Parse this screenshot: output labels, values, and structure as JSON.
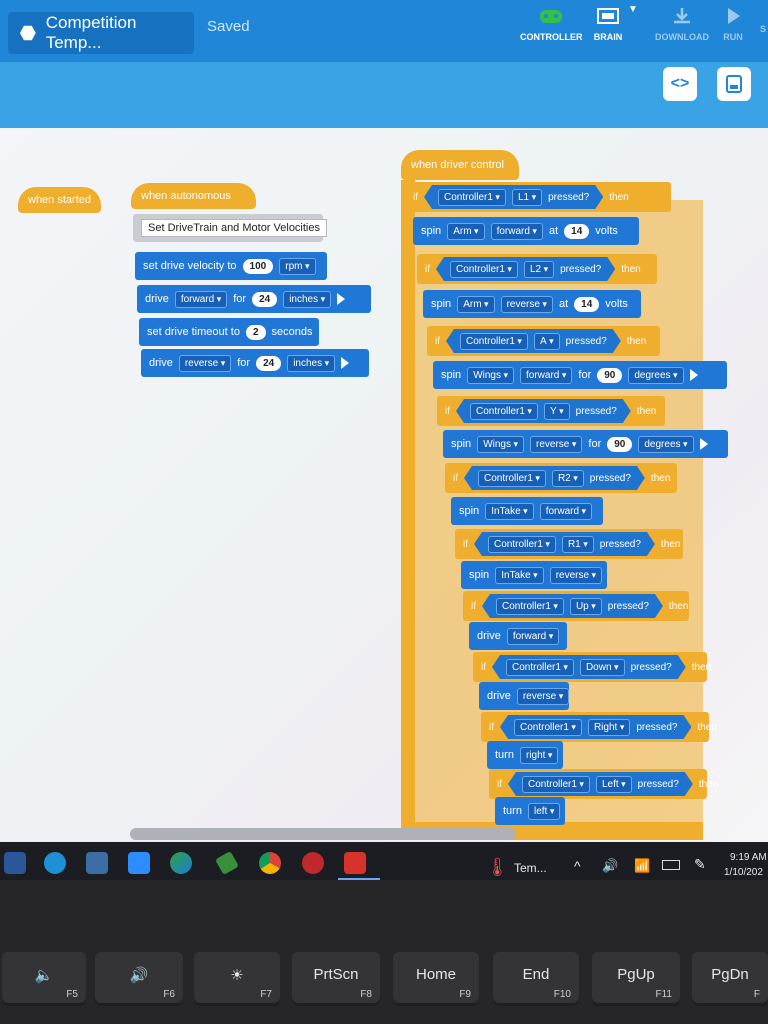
{
  "app": {
    "project_title": "Competition Temp...",
    "save_status": "Saved",
    "top_buttons": [
      {
        "label": "CONTROLLER",
        "icon": "controller-icon"
      },
      {
        "label": "BRAIN",
        "icon": "brain-icon"
      },
      {
        "label": "DOWNLOAD",
        "icon": "download-icon"
      },
      {
        "label": "RUN",
        "icon": "run-icon"
      },
      {
        "label": "S",
        "icon": ""
      }
    ],
    "code_view_icon": "<>",
    "device_icon": "device-icon",
    "accent_color": "#1f86d8",
    "event_color": "#f0ae2e",
    "motion_color": "#2177d6"
  },
  "blocks": {
    "when_started": "when started",
    "when_autonomous": "when autonomous",
    "comment": "Set DriveTrain and Motor Velocities",
    "set_velocity": {
      "label": "set drive velocity to",
      "value": "100",
      "unit": "rpm"
    },
    "drive1": {
      "label": "drive",
      "dir": "forward",
      "for": "for",
      "value": "24",
      "unit": "inches"
    },
    "timeout": {
      "label": "set drive timeout to",
      "value": "2",
      "unit": "seconds"
    },
    "drive2": {
      "label": "drive",
      "dir": "reverse",
      "for": "for",
      "value": "24",
      "unit": "inches"
    },
    "when_driver": "when driver control",
    "if_kw": "if",
    "then_kw": "then",
    "pressed_kw": "pressed?",
    "controller": "Controller1",
    "btn_L1": "L1",
    "spin_arm_fwd": {
      "spin": "spin",
      "motor": "Arm",
      "dir": "forward",
      "at": "at",
      "value": "14",
      "unit": "volts"
    },
    "btn_L2": "L2",
    "spin_arm_rev": {
      "spin": "spin",
      "motor": "Arm",
      "dir": "reverse",
      "at": "at",
      "value": "14",
      "unit": "volts"
    },
    "btn_A": "A",
    "spin_wings_fwd": {
      "spin": "spin",
      "motor": "Wings",
      "dir": "forward",
      "for": "for",
      "value": "90",
      "unit": "degrees"
    },
    "btn_Y": "Y",
    "spin_wings_rev": {
      "spin": "spin",
      "motor": "Wings",
      "dir": "reverse",
      "for": "for",
      "value": "90",
      "unit": "degrees"
    },
    "btn_R2": "R2",
    "spin_intake_fwd": {
      "spin": "spin",
      "motor": "InTake",
      "dir": "forward"
    },
    "btn_R1": "R1",
    "spin_intake_rev": {
      "spin": "spin",
      "motor": "InTake",
      "dir": "reverse"
    },
    "btn_Up": "Up",
    "drive_fwd": {
      "label": "drive",
      "dir": "forward"
    },
    "btn_Down": "Down",
    "drive_rev": {
      "label": "drive",
      "dir": "reverse"
    },
    "btn_Right": "Right",
    "turn_right": {
      "label": "turn",
      "dir": "right"
    },
    "btn_Left": "Left",
    "turn_left": {
      "label": "turn",
      "dir": "left"
    }
  },
  "taskbar": {
    "weather": "Tem...",
    "time": "9:19 AM",
    "date": "1/10/202",
    "apps": [
      "word-icon",
      "edge-legacy-icon",
      "calculator-icon",
      "zoom-icon",
      "edge-icon",
      "snip-icon",
      "chrome-icon",
      "app-icon",
      "vexcode-icon"
    ]
  },
  "keyboard": [
    {
      "big": "🔈",
      "sub": "F5"
    },
    {
      "big": "🔊",
      "sub": "F6"
    },
    {
      "big": "☀",
      "sub": "F7"
    },
    {
      "big": "PrtScn",
      "sub": "F8"
    },
    {
      "big": "Home",
      "sub": "F9"
    },
    {
      "big": "End",
      "sub": "F10"
    },
    {
      "big": "PgUp",
      "sub": "F11"
    },
    {
      "big": "PgDn",
      "sub": "F"
    }
  ]
}
